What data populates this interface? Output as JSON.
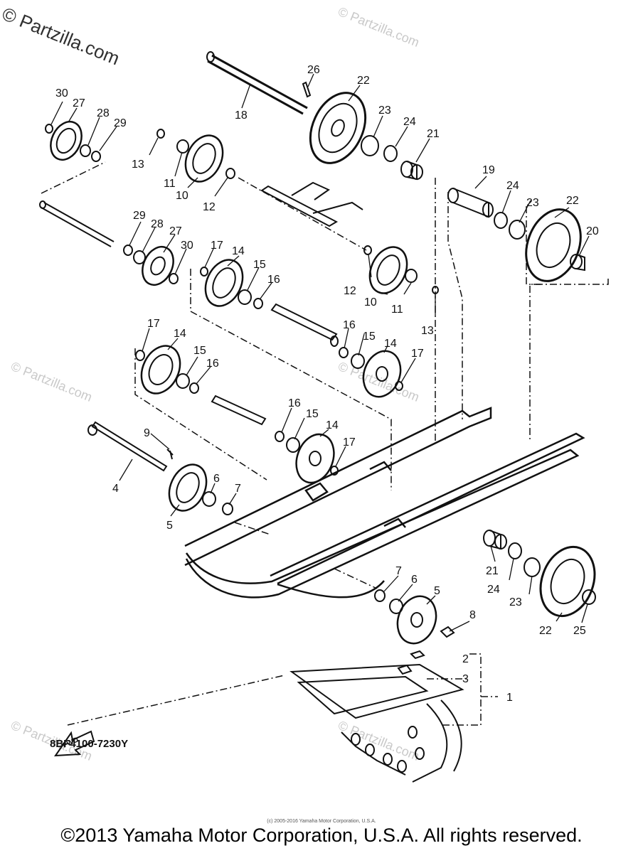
{
  "watermark": {
    "main": "© Partzilla.com",
    "faint": "© Partzilla.com"
  },
  "diagram": {
    "reference_code": "8BF4100-7230Y",
    "fwd_label": "FWD",
    "callouts": [
      "1",
      "2",
      "3",
      "4",
      "5",
      "6",
      "7",
      "8",
      "9",
      "10",
      "11",
      "12",
      "13",
      "14",
      "15",
      "16",
      "17",
      "18",
      "19",
      "20",
      "21",
      "22",
      "23",
      "24",
      "25",
      "26",
      "27",
      "28",
      "29",
      "30"
    ]
  },
  "footer": {
    "small_copyright": "(c) 2005-2016 Yamaha Motor Corporation, U.S.A.",
    "copyright": "©2013 Yamaha Motor Corporation, U.S.A. All rights reserved."
  }
}
